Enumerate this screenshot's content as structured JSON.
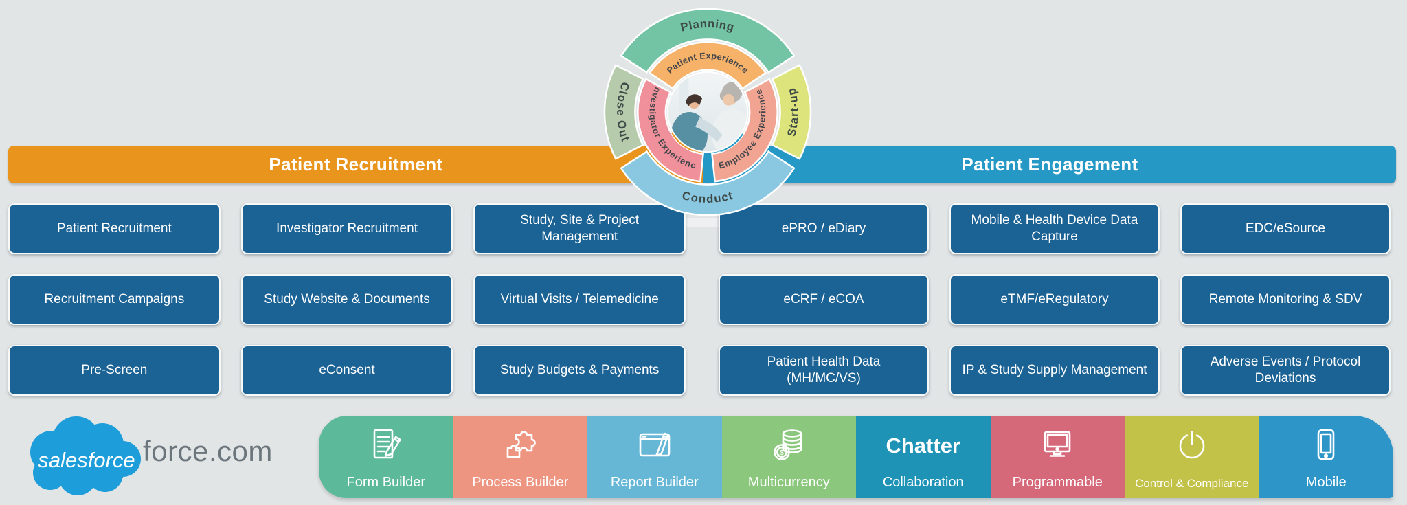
{
  "page": {
    "background": "#e2e5e6"
  },
  "lifecycle": {
    "outer_segments": [
      {
        "label": "Planning",
        "color": "#72c4a4"
      },
      {
        "label": "Start-up",
        "color": "#dde47c"
      },
      {
        "label": "Conduct",
        "color": "#8ac7e1"
      },
      {
        "label": "Close Out",
        "color": "#b6cbab"
      }
    ],
    "inner_segments": [
      {
        "label": "Patient Experience",
        "color": "#f6b269"
      },
      {
        "label": "Employee Experience",
        "color": "#f2a492"
      },
      {
        "label": "Investigator Experience",
        "color": "#f0909b"
      }
    ],
    "accent_colors": {
      "orange": "#e8941d",
      "blue": "#2598c6"
    }
  },
  "headers": {
    "patient_recruitment": {
      "label": "Patient Recruitment",
      "color": "#e8941d"
    },
    "patient_engagement": {
      "label": "Patient Engagement",
      "color": "#2598c6"
    }
  },
  "modules": {
    "tile_color": "#1b6295",
    "recruitment": [
      [
        "Patient Recruitment",
        "Investigator Recruitment",
        "Study, Site & Project Management"
      ],
      [
        "Recruitment Campaigns",
        "Study Website & Documents",
        "Virtual Visits / Telemedicine"
      ],
      [
        "Pre-Screen",
        "eConsent",
        "Study Budgets & Payments"
      ]
    ],
    "engagement": [
      [
        "ePRO / eDiary",
        "Mobile & Health Device Data Capture",
        "EDC/eSource"
      ],
      [
        "eCRF / eCOA",
        "eTMF/eRegulatory",
        "Remote Monitoring & SDV"
      ],
      [
        "Patient Health Data (MH/MC/VS)",
        "IP & Study Supply Management",
        "Adverse Events / Protocol Deviations"
      ]
    ]
  },
  "footer": {
    "brand": {
      "cloud_text": "salesforce",
      "platform_text": "force.com",
      "cloud_color": "#1d9dd9"
    },
    "platform_tiles": [
      {
        "label": "Form Builder",
        "icon": "form-builder-icon",
        "color": "#5cb999"
      },
      {
        "label": "Process Builder",
        "icon": "puzzle-icon",
        "color": "#ee9582"
      },
      {
        "label": "Report Builder",
        "icon": "report-builder-icon",
        "color": "#66b6d5"
      },
      {
        "label": "Multicurrency",
        "icon": "coins-icon",
        "color": "#8bc87d"
      },
      {
        "title": "Chatter",
        "label": "Collaboration",
        "icon": "none",
        "color": "#1e93b6"
      },
      {
        "label": "Programmable",
        "icon": "monitor-icon",
        "color": "#d5697a"
      },
      {
        "label": "Control & Compliance",
        "icon": "power-icon",
        "color": "#c2c148"
      },
      {
        "label": "Mobile",
        "icon": "smartphone-icon",
        "color": "#2d95c8"
      }
    ]
  }
}
